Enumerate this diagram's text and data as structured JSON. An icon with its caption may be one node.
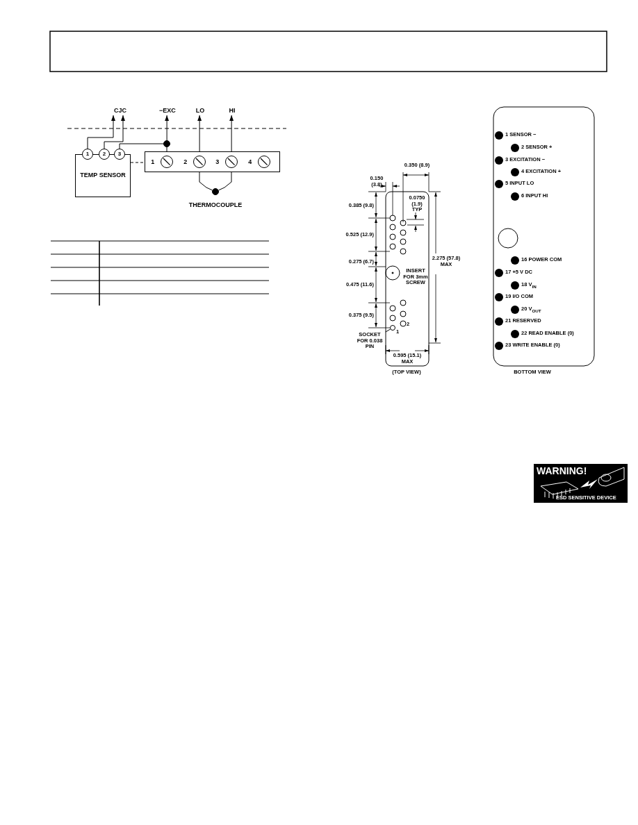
{
  "diagram": {
    "nodes": [
      {
        "text": [
          "CJC"
        ]
      },
      {
        "text": [
          "−EXC"
        ]
      },
      {
        "text": [
          "LO"
        ]
      },
      {
        "text": [
          "HI"
        ]
      },
      {
        "text": [
          "TEMP SENSOR"
        ]
      },
      {
        "text": [
          "1"
        ]
      },
      {
        "text": [
          "2"
        ]
      },
      {
        "text": [
          "3"
        ]
      },
      {
        "text": [],
        "shape": "box"
      },
      {
        "text": [],
        "shape": "circle",
        "beside": [
          "1"
        ],
        "in": 8
      },
      {
        "text": [],
        "shape": "circle",
        "beside": [
          "2"
        ],
        "in": 8
      },
      {
        "text": [],
        "shape": "circle",
        "beside": [
          "3"
        ],
        "in": 8
      },
      {
        "text": [],
        "shape": "circle",
        "beside": [
          "4"
        ],
        "in": 8
      },
      {
        "text": [],
        "shape": "circle"
      },
      {
        "text": [],
        "shape": "circle",
        "beside": [
          "THERMOCOUPLE"
        ]
      },
      {
        "text": [
          "SOCKET FOR 0.038 PIN"
        ]
      },
      {
        "text": [],
        "shape": "circle"
      }
    ],
    "edges": [
      {
        "from": 5,
        "to": 0,
        "arrow": "to"
      },
      {
        "from": 6,
        "to": 0,
        "arrow": "to"
      },
      {
        "from": 7,
        "to": 13,
        "arrow": "none"
      },
      {
        "from": 9,
        "to": 13,
        "arrow": "none"
      },
      {
        "from": 13,
        "to": 1,
        "arrow": "to"
      },
      {
        "from": 10,
        "to": 2,
        "arrow": "to"
      },
      {
        "from": 11,
        "to": 3,
        "arrow": "to"
      },
      {
        "from": 10,
        "to": 14,
        "arrow": "none"
      },
      {
        "from": 11,
        "to": 14,
        "arrow": "none"
      },
      {
        "from": 4,
        "to": 8,
        "arrow": "none",
        "style": "dashed"
      },
      {
        "from": 15,
        "to": 16,
        "arrow": "none"
      }
    ],
    "labels": [
      "0.350 (8.9)",
      "0.150 (3.8)",
      "0.0750 (1.9) TYP",
      "0.385 (9.8)",
      "0.525 (12.9)",
      "0.275 (6.7)",
      "INSERT FOR 3mm SCREW",
      "0.475 (11.6)",
      "0.375 (9.5)",
      "2.275 (57.8) MAX",
      "2",
      "1",
      "0.595 (15.1) MAX",
      "(TOP VIEW)",
      "1 SENSOR −",
      "2 SENSOR +",
      "3 EXCITATION −",
      "4 EXCITATION +",
      "5 INPUT LO",
      "6 INPUT HI",
      "16 POWER COM",
      "17 +5 V DC",
      "18 V$_{IN}$",
      "19 I/O COM",
      "20 V$_{OUT}$",
      "21 RESERVED",
      "22 READ ENABLE (0)",
      "23 WRITE ENABLE (0)",
      "BOTTOM VIEW",
      "WARNING!",
      "ESD SENSITIVE DEVICE"
    ]
  }
}
